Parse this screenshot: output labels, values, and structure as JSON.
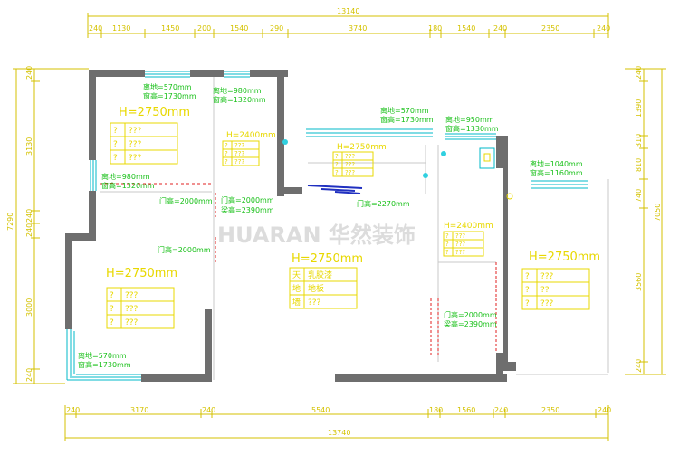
{
  "dimensions": {
    "top_total": "13140",
    "top_segments": [
      "240",
      "1130",
      "1450",
      "200",
      "1540",
      "290",
      "3740",
      "180",
      "1540",
      "240",
      "2350",
      "240"
    ],
    "bottom_total": "13740",
    "bottom_segments": [
      "240",
      "3170",
      "240",
      "5540",
      "180",
      "1560",
      "240",
      "2350",
      "240"
    ],
    "left_total": "7290",
    "left_segments": [
      "240",
      "3130",
      "240",
      "240",
      "3000",
      "240"
    ],
    "right_total": "7050",
    "right_segments": [
      "240",
      "1390",
      "310",
      "810",
      "740",
      "3560",
      "240"
    ]
  },
  "rooms": {
    "top_left": {
      "height": "H=2750mm",
      "rows": [
        [
          "?",
          "???"
        ],
        [
          "?",
          "???"
        ],
        [
          "?",
          "???"
        ]
      ]
    },
    "center": {
      "height": "H=2750mm",
      "rows": [
        [
          "天",
          "乳胶漆"
        ],
        [
          "地",
          "地板"
        ],
        [
          "墙",
          "???"
        ]
      ]
    },
    "bottom_left": {
      "height": "H=2750mm",
      "rows": [
        [
          "?",
          "???"
        ],
        [
          "?",
          "???"
        ],
        [
          "?",
          "???"
        ]
      ]
    },
    "right": {
      "height": "H=2750mm",
      "rows": [
        [
          "?",
          "???"
        ],
        [
          "?",
          "??"
        ],
        [
          "?",
          "???"
        ]
      ]
    },
    "small_center": {
      "height": "H=2750mm",
      "rows": [
        [
          "?",
          "???"
        ],
        [
          "?",
          "???"
        ],
        [
          "?",
          "???"
        ]
      ]
    },
    "small_left": {
      "height": "H=2400mm",
      "rows": [
        [
          "?",
          "???"
        ],
        [
          "?",
          "???"
        ],
        [
          "?",
          "???"
        ]
      ]
    },
    "small_right": {
      "height": "H=2400mm",
      "rows": [
        [
          "?",
          "???"
        ],
        [
          "?",
          "???"
        ],
        [
          "?",
          "???"
        ]
      ]
    }
  },
  "notes": {
    "win_tl": [
      "离地=570mm",
      "窗高=1730mm"
    ],
    "win_tm": [
      "离地=980mm",
      "窗高=1320mm"
    ],
    "win_cm": [
      "离地=570mm",
      "窗高=1730mm"
    ],
    "win_cr": [
      "离地=950mm",
      "窗高=1330mm"
    ],
    "win_r": [
      "离地=1040mm",
      "窗高=1160mm"
    ],
    "win_l": [
      "离地=980mm",
      "窗高=1320mm"
    ],
    "win_bl": [
      "离地=570mm",
      "窗高=1730mm"
    ],
    "door_a": "门高=2000mm",
    "door_b": [
      "门高=2000mm",
      "梁高=2390mm"
    ],
    "door_c": "门高=2270mm",
    "door_d": "门高=2000mm",
    "door_e": [
      "门高=2000mm",
      "梁高=2390mm"
    ]
  },
  "watermark": "HUARAN 华然装饰"
}
